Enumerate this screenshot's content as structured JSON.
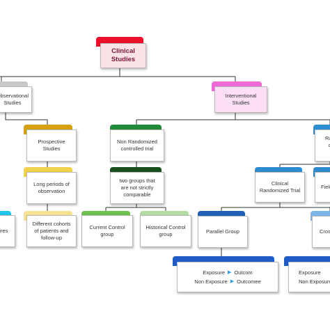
{
  "diagram": {
    "root": {
      "label": "Clinical\nStudies"
    },
    "observational": {
      "label": "Observational\nStudies"
    },
    "interventional": {
      "label": "Interventional\nStudies"
    },
    "prospective": {
      "label": "Prospective Studies"
    },
    "long_periods": {
      "label": "Long periods of\nobservation"
    },
    "different_cohorts": {
      "label": "Different cohorts\nof patients and\nfollow-up"
    },
    "questionnaires": {
      "label": "Questionnaires"
    },
    "non_randomized": {
      "label": "Non Randomized\ncontrolled trial"
    },
    "two_groups": {
      "label": "two groups that\nare not strictly\ncomparable"
    },
    "current_control": {
      "label": "Current Control\ngroup"
    },
    "historical_control": {
      "label": "Historical Control\ngroup"
    },
    "randomized": {
      "label": "Randomized\ncontrolled trial"
    },
    "clinical_randomized": {
      "label": "Clinical\nRandomized Trial"
    },
    "field_trial": {
      "label": "Field Trial"
    },
    "parallel_group": {
      "label": "Parallel Group"
    },
    "crossover": {
      "label": "Crossover"
    },
    "exposure_pair": {
      "left_top": "Exposure",
      "right_top": "Outcom",
      "left_bottom": "Non Exposure",
      "right_bottom": "Outcomee"
    },
    "exposure_pair_2": {
      "left_top": "Exposure",
      "left_bottom": "Non Exposure"
    }
  },
  "colors": {
    "root_tab": "#e8102a",
    "root_fill": "#fbe3e8",
    "observational_tab": "#c8c8c8",
    "interventional_tab": "#f06ad6",
    "interventional_fill": "#fde0f6",
    "prospective": "#d9a00d",
    "long_periods": "#f1d24a",
    "different_cohorts": "#f6e391",
    "questionnaires": "#1fc6ea",
    "non_randomized": "#1e8b38",
    "two_groups": "#174f1d",
    "current_control": "#6ec14b",
    "historical_control": "#b3dca0",
    "randomized": "#2e8fd0",
    "clinical_randomized": "#2f8bcf",
    "field_trial": "#2f8bcf",
    "parallel_group": "#1f5fb5",
    "crossover": "#7ab6e8",
    "exposure_pair": "#1f5cc6",
    "connector": "#333333"
  }
}
